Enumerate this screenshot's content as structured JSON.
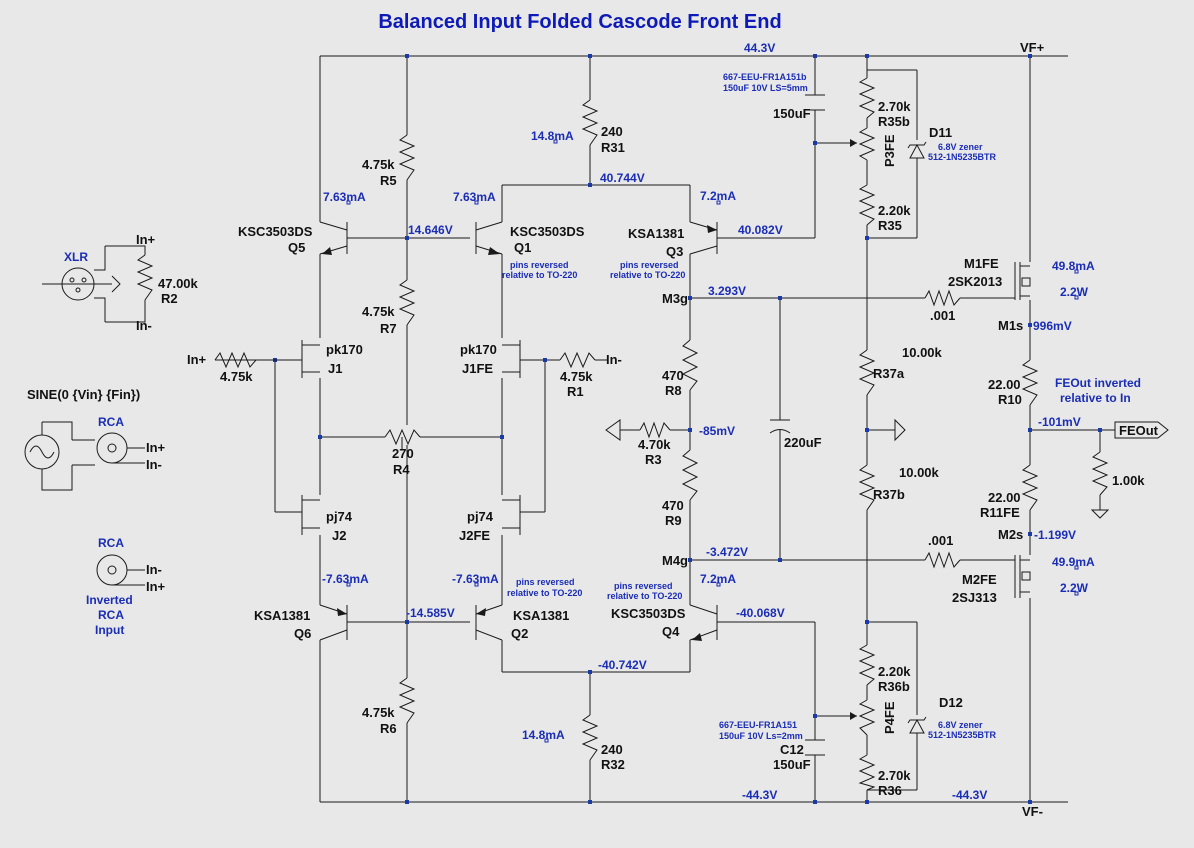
{
  "title": "Balanced Input Folded Cascode Front End",
  "rails": {
    "pos_label": "VF+",
    "neg_label": "VF-",
    "pos_voltage": "44.3V",
    "neg_voltage_top": "-44.3V",
    "neg_voltage_right": "-44.3V"
  },
  "sources": {
    "xlr": "XLR",
    "rca1": "RCA",
    "rca2": "RCA",
    "sine": "SINE(0 {Vin} {Fin})",
    "inp": "In+",
    "inn": "In-",
    "inverted_note": [
      "Inverted",
      "RCA",
      "Input"
    ]
  },
  "components": {
    "R2": {
      "value": "47.00k",
      "ref": "R2"
    },
    "R5": {
      "value": "4.75k",
      "ref": "R5"
    },
    "R7": {
      "value": "4.75k",
      "ref": "R7"
    },
    "R6": {
      "value": "4.75k",
      "ref": "R6"
    },
    "R1": {
      "value": "4.75k",
      "ref": "R1"
    },
    "Rin": {
      "value": "4.75k"
    },
    "R31": {
      "value": "240",
      "ref": "R31"
    },
    "R32": {
      "value": "240",
      "ref": "R32"
    },
    "R4": {
      "value": "270",
      "ref": "R4"
    },
    "R8": {
      "value": "470",
      "ref": "R8"
    },
    "R9": {
      "value": "470",
      "ref": "R9"
    },
    "R3": {
      "value": "4.70k",
      "ref": "R3"
    },
    "R35b": {
      "value": "2.70k",
      "ref": "R35b"
    },
    "R35": {
      "value": "2.20k",
      "ref": "R35"
    },
    "R36b": {
      "value": "2.20k",
      "ref": "R36b"
    },
    "R36": {
      "value": "2.70k",
      "ref": "R36"
    },
    "R37a": {
      "value": "10.00k",
      "ref": "R37a"
    },
    "R37b": {
      "value": "10.00k",
      "ref": "R37b"
    },
    "R10": {
      "value": "22.00",
      "ref": "R10"
    },
    "R11FE": {
      "value": "22.00",
      "ref": "R11FE"
    },
    "Rload": {
      "value": "1.00k"
    },
    "Rg1": {
      "value": ".001"
    },
    "Rg2": {
      "value": ".001"
    },
    "C_top": {
      "part": "667-EEU-FR1A151b",
      "spec": "150uF 10V LS=5mm",
      "value": "150uF"
    },
    "C12": {
      "part": "667-EEU-FR1A151",
      "spec": "150uF 10V Ls=2mm",
      "ref": "C12",
      "value": "150uF"
    },
    "C_mid": {
      "value": "220uF"
    },
    "D11": {
      "ref": "D11",
      "desc": "6.8V zener",
      "part": "512-1N5235BTR"
    },
    "D12": {
      "ref": "D12",
      "desc": "6.8V zener",
      "part": "512-1N5235BTR"
    },
    "P3FE": {
      "ref": "P3FE"
    },
    "P4FE": {
      "ref": "P4FE"
    },
    "Q5": {
      "model": "KSC3503DS",
      "ref": "Q5"
    },
    "Q1": {
      "model": "KSC3503DS",
      "ref": "Q1"
    },
    "Q3": {
      "model": "KSA1381",
      "ref": "Q3"
    },
    "Q6": {
      "model": "KSA1381",
      "ref": "Q6"
    },
    "Q2": {
      "model": "KSA1381",
      "ref": "Q2"
    },
    "Q4": {
      "model": "KSC3503DS",
      "ref": "Q4"
    },
    "J1": {
      "model": "pk170",
      "ref": "J1"
    },
    "J1FE": {
      "model": "pk170",
      "ref": "J1FE"
    },
    "J2": {
      "model": "pj74",
      "ref": "J2"
    },
    "J2FE": {
      "model": "pj74",
      "ref": "J2FE"
    },
    "M1FE": {
      "ref": "M1FE",
      "model": "2SK2013"
    },
    "M2FE": {
      "ref": "M2FE",
      "model": "2SJ313"
    }
  },
  "annotations": {
    "pins_reversed": "pins reversed",
    "relative": "relative to TO-220",
    "feout_note": [
      "FEOut inverted",
      "relative to In"
    ],
    "feout_label": "FEOut"
  },
  "node_labels": {
    "m3g": "M3g",
    "m4g": "M4g",
    "m1s": "M1s",
    "m2s": "M2s"
  },
  "measurements": {
    "i_r31": "14.8mA",
    "i_r32": "14.8mA",
    "i_q5": "7.63mA",
    "i_q1": "7.63mA",
    "i_q3": "7.2mA",
    "i_q6": "-7.63mA",
    "i_q2": "-7.63mA",
    "i_q4": "7.2mA",
    "v_q1c": "40.744V",
    "v_q5b": "14.646V",
    "v_q3c": "40.082V",
    "v_m3g": "3.293V",
    "v_m4g": "-3.472V",
    "v_mid": "-85mV",
    "v_q6b": "-14.585V",
    "v_q2c": "-40.742V",
    "v_q4c": "-40.068V",
    "i_m1": "49.8mA",
    "p_m1": "2.2W",
    "v_m1s": "996mV",
    "i_m2": "49.9mA",
    "p_m2": "2.2W",
    "v_m2s": "-1.199V",
    "v_out": "-101mV"
  }
}
